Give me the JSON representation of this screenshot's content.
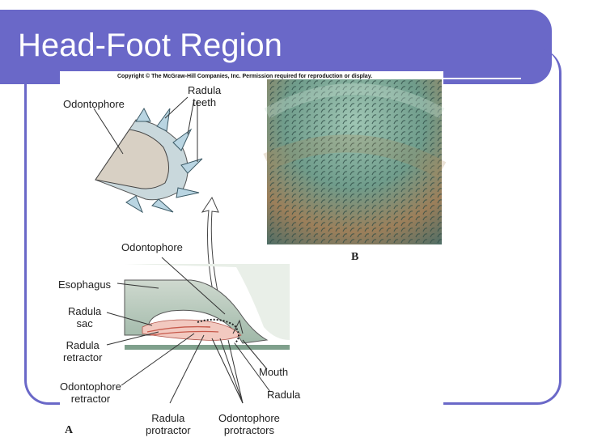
{
  "slide": {
    "title": "Head-Foot Region",
    "theme_color": "#6a68c8"
  },
  "figure": {
    "copyright": "Copyright © The McGraw-Hill Companies, Inc. Permission required for reproduction or display.",
    "panel_a": "A",
    "panel_b": "B",
    "labels": {
      "odontophore_top": "Odontophore",
      "radula_teeth": "Radula\nteeth",
      "odontophore_mid": "Odontophore",
      "esophagus": "Esophagus",
      "radula_sac": "Radula\nsac",
      "radula_retractor": "Radula\nretractor",
      "odontophore_retractor": "Odontophore\nretractor",
      "radula_protractor": "Radula\nprotractor",
      "odontophore_protractors": "Odontophore\nprotractors",
      "mouth": "Mouth",
      "radula": "Radula"
    }
  }
}
